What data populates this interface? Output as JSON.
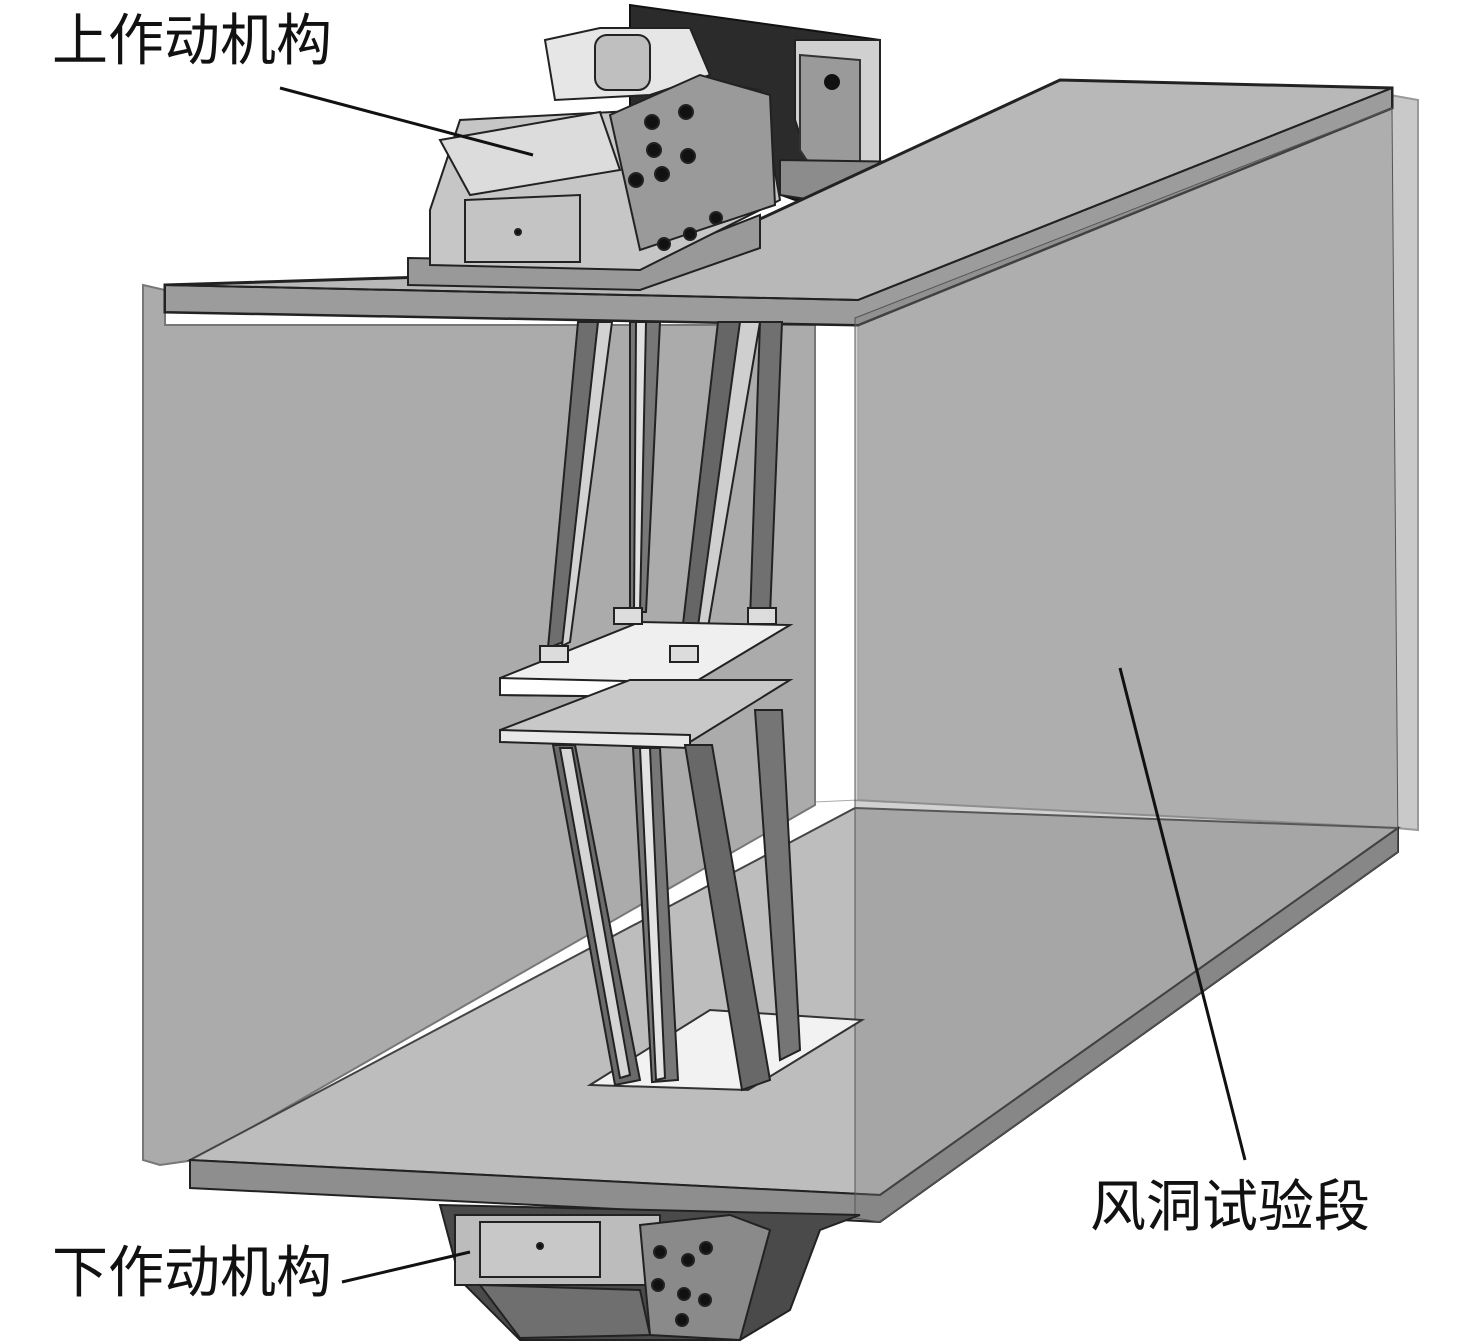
{
  "labels": {
    "upper_actuator": "上作动机构",
    "lower_actuator": "下作动机构",
    "wind_tunnel_section": "风洞试验段"
  },
  "colors": {
    "panel_light": "#c4c4c4",
    "panel_mid": "#a9a9a9",
    "panel_dark": "#7d7d7d",
    "metal_light": "#d6d6d6",
    "metal_dark": "#3a3a3a",
    "outline": "#222222",
    "text": "#111111"
  }
}
